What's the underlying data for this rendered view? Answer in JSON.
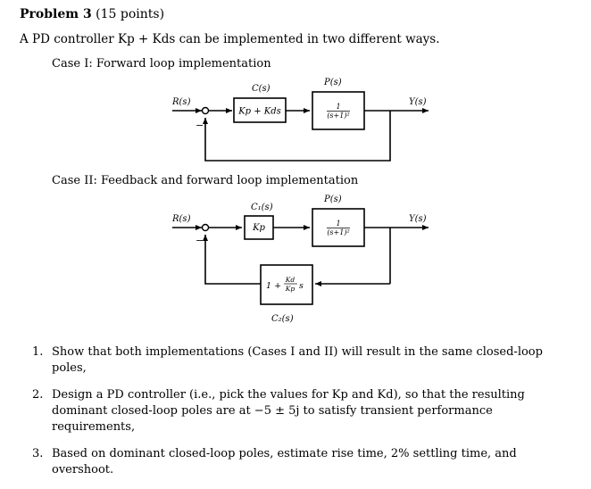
{
  "problem": {
    "title": "Problem 3",
    "points": "(15 points)",
    "intro": "A PD controller Kp + Kds can be implemented in two different ways."
  },
  "case1": {
    "heading": "Case I: Forward loop implementation",
    "input_label": "R(s)",
    "output_label": "Y(s)",
    "minus_sign": "−",
    "controller_label": "C(s)",
    "controller_tf": "Kp + Kds",
    "plant_label": "P(s)",
    "plant_num": "1",
    "plant_den": "(s+1)²"
  },
  "case2": {
    "heading": "Case II: Feedback and forward loop implementation",
    "input_label": "R(s)",
    "output_label": "Y(s)",
    "minus_sign": "−",
    "forward_label": "C₁(s)",
    "forward_tf": "Kp",
    "plant_label": "P(s)",
    "plant_num": "1",
    "plant_den": "(s+1)²",
    "feedback_tf_prefix": "1 +",
    "feedback_frac_num": "Kd",
    "feedback_frac_den": "Kp",
    "feedback_tf_suffix": "s",
    "feedback_label": "C₂(s)"
  },
  "tasks": [
    {
      "num": "1.",
      "text": "Show that both implementations (Cases I and II) will result in the same closed-loop poles,"
    },
    {
      "num": "2.",
      "text": "Design a PD controller (i.e., pick the values for Kp and Kd), so that the resulting dominant closed-loop poles are at −5 ± 5j to satisfy transient performance requirements,"
    },
    {
      "num": "3.",
      "text": "Based on dominant closed-loop poles, estimate rise time, 2% settling time, and overshoot."
    }
  ]
}
